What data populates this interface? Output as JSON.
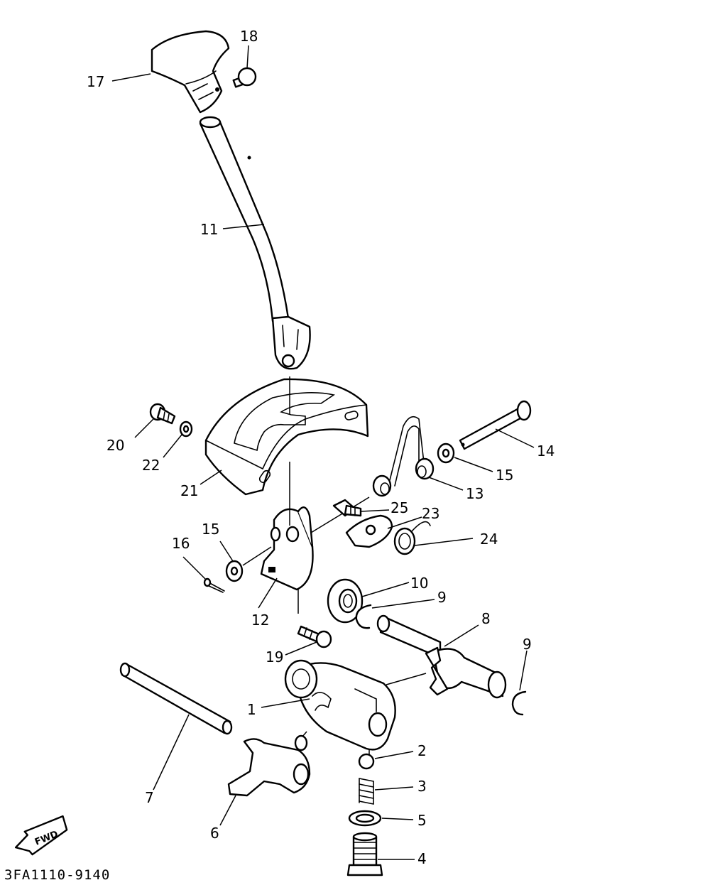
{
  "diagram": {
    "code": "3FA1110-9140",
    "fwd_label": "FWD",
    "callouts": [
      "17",
      "18",
      "11",
      "20",
      "22",
      "21",
      "14",
      "15",
      "13",
      "25",
      "23",
      "24",
      "15",
      "16",
      "12",
      "10",
      "9",
      "8",
      "19",
      "9",
      "1",
      "7",
      "2",
      "3",
      "5",
      "6",
      "4"
    ]
  }
}
